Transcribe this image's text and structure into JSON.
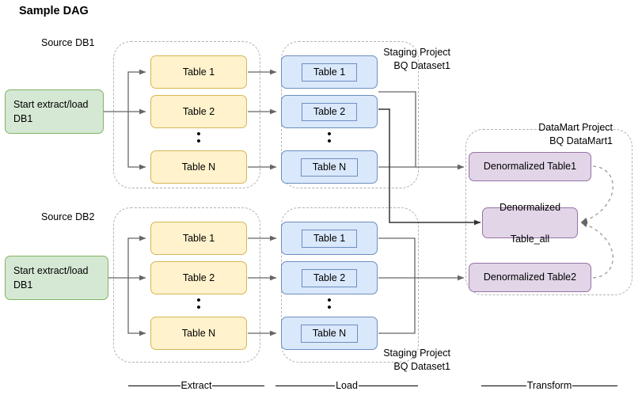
{
  "title": "Sample DAG",
  "labels": {
    "source_db1": "Source DB1",
    "source_db2": "Source DB2",
    "staging_top": "Staging Project\nBQ Dataset1",
    "staging_bottom": "Staging Project\nBQ Dataset1",
    "datamart": "DataMart Project\nBQ DataMart1"
  },
  "phases": [
    {
      "name": "extract",
      "label": "Extract"
    },
    {
      "name": "load",
      "label": "Load"
    },
    {
      "name": "transform",
      "label": "Transform"
    }
  ],
  "start_nodes": [
    {
      "name": "start-extract-load-db1-top",
      "label": "Start extract/load\nDB1"
    },
    {
      "name": "start-extract-load-db1-bottom",
      "label": "Start extract/load\nDB1"
    }
  ],
  "extract_top": [
    {
      "label": "Table 1"
    },
    {
      "label": "Table 2"
    },
    {
      "label": "Table N"
    }
  ],
  "extract_bottom": [
    {
      "label": "Table 1"
    },
    {
      "label": "Table 2"
    },
    {
      "label": "Table N"
    }
  ],
  "load_top": [
    {
      "label": "Table 1"
    },
    {
      "label": "Table 2"
    },
    {
      "label": "Table N"
    }
  ],
  "load_bottom": [
    {
      "label": "Table 1"
    },
    {
      "label": "Table 2"
    },
    {
      "label": "Table N"
    }
  ],
  "transform_nodes": [
    {
      "name": "denormalized-table1",
      "label": "Denormalized Table1"
    },
    {
      "name": "denormalized-table-all",
      "label": "Denormalized\n\nTable_all"
    },
    {
      "name": "denormalized-table2",
      "label": "Denormalized Table2"
    }
  ],
  "ellipsis": "•",
  "colors": {
    "start_fill": "#d5e8d4",
    "start_stroke": "#82b366",
    "extract_fill": "#fff2cc",
    "extract_stroke": "#d6b656",
    "load_fill": "#dae8fc",
    "load_stroke": "#6c8ebf",
    "transform_fill": "#e1d5e7",
    "transform_stroke": "#9673a6",
    "group_stroke": "#b3b3b3",
    "edge_stroke": "#666666",
    "edge_stroke_dark": "#000000",
    "background": "#ffffff",
    "text": "#000000"
  }
}
